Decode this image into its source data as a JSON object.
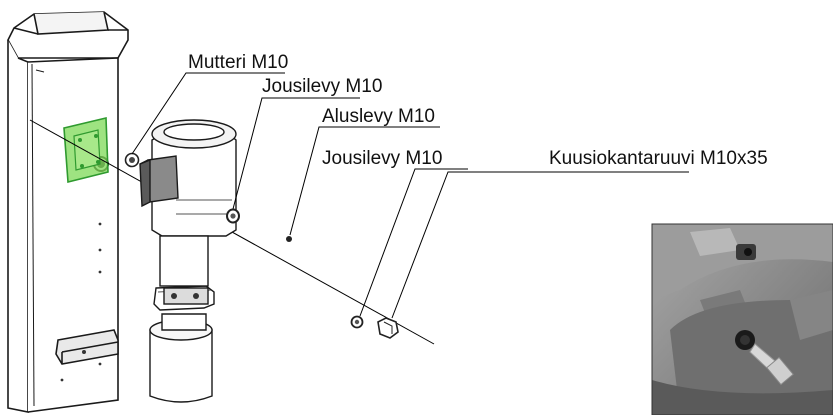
{
  "labels": {
    "mutteri": "Mutteri M10",
    "jousilevy_1": "Jousilevy M10",
    "aluslevy": "Aluslevy M10",
    "jousilevy_2": "Jousilevy M10",
    "kuusiokantaruuvi": "Kuusiokantaruuvi M10x35"
  },
  "colors": {
    "bracket_highlight": "#7ed957",
    "bracket_stroke": "#2f9a2f",
    "photo_background": "#8a8a8a",
    "line": "#000000"
  }
}
